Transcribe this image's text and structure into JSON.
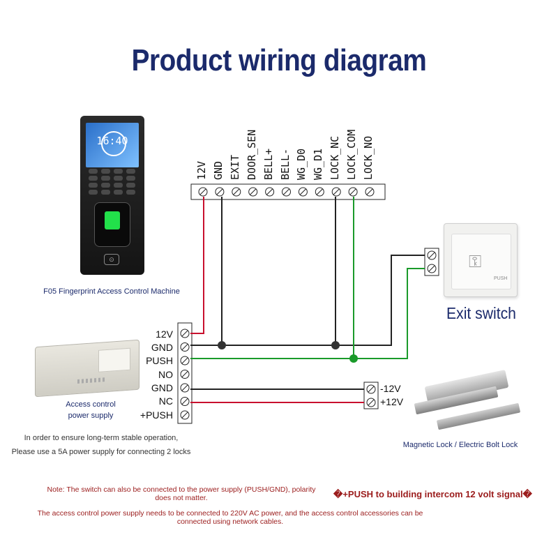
{
  "title": "Product wiring diagram",
  "terminal_labels": [
    "12V",
    "GND",
    "EXIT",
    "DOOR_SEN",
    "BELL+",
    "BELL-",
    "WG_D0",
    "WG_D1",
    "LOCK_NC",
    "LOCK_COM",
    "LOCK_NO"
  ],
  "device": {
    "screen_time": "16:40",
    "caption": "F05 Fingerprint Access Control Machine"
  },
  "exit_switch": {
    "caption": "Exit switch",
    "push_label": "PUSH"
  },
  "power_supply": {
    "terminals": [
      "12V",
      "GND",
      "PUSH",
      "NO",
      "GND",
      "NC",
      "+PUSH"
    ],
    "caption_line1": "Access control",
    "caption_line2": "power supply",
    "note_line1": "In order to ensure long-term stable operation,",
    "note_line2": "Please use a 5A power supply for connecting 2 locks"
  },
  "lock": {
    "terminals": [
      "-12V",
      "+12V"
    ],
    "caption": "Magnetic Lock / Electric Bolt Lock"
  },
  "notes": {
    "note1": "Note: The switch can also be connected to the power supply (PUSH/GND), polarity does not matter.",
    "note2": "The access control power supply needs to be connected to 220V AC power, and the access control accessories can be connected using network cables.",
    "intercom": "�+PUSH to building intercom 12 volt signal�"
  },
  "colors": {
    "title": "#1b2a6b",
    "wire_red": "#c8102e",
    "wire_green": "#1a9a2a",
    "wire_black": "#222222",
    "note": "#9b1c1c"
  }
}
